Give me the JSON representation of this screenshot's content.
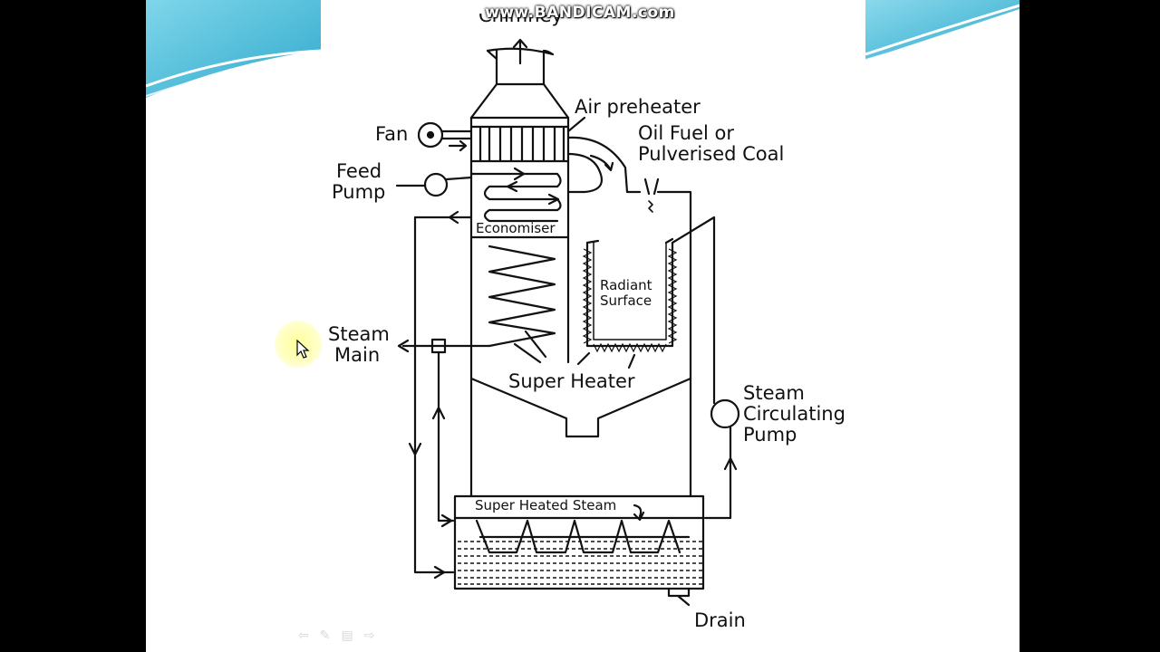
{
  "watermark": "www.BANDICAM.com",
  "diagram": {
    "labels": {
      "chimney": "Chimney",
      "air_preheater": "Air preheater",
      "fan": "Fan",
      "oil_fuel": "Oil Fuel or",
      "pulverised_coal": "Pulverised Coal",
      "feed_pump_line1": "Feed",
      "feed_pump_line2": "Pump",
      "economiser": "Economiser",
      "radiant_surface_line1": "Radiant",
      "radiant_surface_line2": "Surface",
      "steam_main_line1": "Steam",
      "steam_main_line2": "Main",
      "super_heater": "Super Heater",
      "steam_circ_line1": "Steam",
      "steam_circ_line2": "Circulating",
      "steam_circ_line3": "Pump",
      "super_heated_steam": "Super Heated Steam",
      "drain": "Drain"
    }
  },
  "nav": {
    "prev_icon": "previous-arrow-icon",
    "pen_icon": "pen-icon",
    "menu_icon": "menu-icon",
    "next_icon": "next-arrow-icon",
    "prev": "⇦",
    "pen": "✎",
    "menu": "▤",
    "next": "⇨"
  },
  "colors": {
    "banner": "#5cc3df",
    "letterbox": "#000000",
    "cursor_halo": "#ffff99"
  }
}
